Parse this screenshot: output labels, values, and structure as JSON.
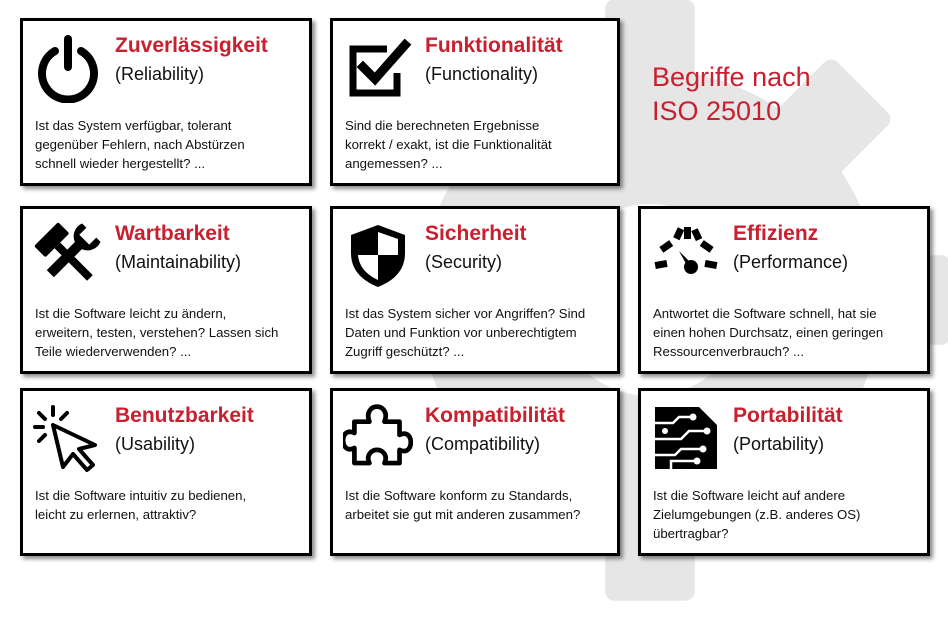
{
  "heading": "Begriffe nach\nISO 25010",
  "cards": [
    {
      "title": "Zuverlässigkeit",
      "subtitle": "(Reliability)",
      "icon": "power-icon",
      "text": "Ist das System verfügbar, tolerant\ngegenüber Fehlern, nach Abstürzen\nschnell wieder hergestellt? ..."
    },
    {
      "title": "Funktionalität",
      "subtitle": "(Functionality)",
      "icon": "checkbox-icon",
      "text": "Sind die berechneten Ergebnisse\nkorrekt / exakt, ist die Funktionalität\nangemessen? ..."
    },
    {
      "title": "Wartbarkeit",
      "subtitle": "(Maintainability)",
      "icon": "tools-icon",
      "text": "Ist die Software leicht zu ändern,\nerweitern, testen, verstehen? Lassen sich\nTeile wiederverwenden? ..."
    },
    {
      "title": "Sicherheit",
      "subtitle": "(Security)",
      "icon": "shield-icon",
      "text": "Ist das System sicher vor Angriffen? Sind\nDaten und Funktion vor unberechtigtem\nZugriff geschützt? ..."
    },
    {
      "title": "Effizienz",
      "subtitle": "(Performance)",
      "icon": "speedometer-icon",
      "text": "Antwortet die Software schnell, hat sie\neinen hohen Durchsatz, einen geringen\nRessourcenverbrauch? ..."
    },
    {
      "title": "Benutzbarkeit",
      "subtitle": "(Usability)",
      "icon": "cursor-click-icon",
      "text": "Ist die Software intuitiv zu bedienen,\nleicht zu erlernen, attraktiv?"
    },
    {
      "title": "Kompatibilität",
      "subtitle": "(Compatibility)",
      "icon": "puzzle-icon",
      "text": "Ist die Software konform zu Standards,\narbeitet sie gut mit anderen zusammen?"
    },
    {
      "title": "Portabilität",
      "subtitle": "(Portability)",
      "icon": "circuit-chip-icon",
      "text": "Ist die Software leicht auf andere\nZielumgebungen (z.B. anderes OS)\nübertragbar?"
    }
  ]
}
